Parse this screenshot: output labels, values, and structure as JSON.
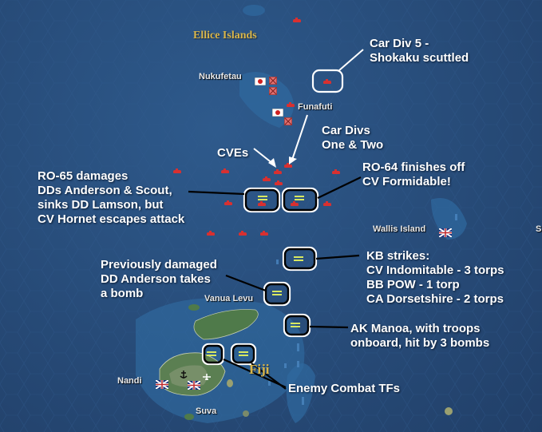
{
  "map": {
    "region_labels": {
      "ellice": "Ellice Islands",
      "fiji": "Fiji"
    },
    "towns": {
      "nukufetau": "Nukufetau",
      "funafuti": "Funafuti",
      "wallis": "Wallis Island",
      "vanua_levu": "Vanua Levu",
      "nandi": "Nandi",
      "suva": "Suva",
      "edge": "S"
    },
    "annotations": {
      "car_div5": "Car Div 5 -\nShokaku scuttled",
      "car_divs": "Car Divs\nOne & Two",
      "cves": "CVEs",
      "ro65": "RO-65 damages\nDDs Anderson & Scout,\nsinks DD Lamson, but\nCV Hornet escapes attack",
      "ro64": "RO-64 finishes off\nCV Formidable!",
      "kb": "KB strikes:\nCV Indomitable - 3 torps\nBB POW - 1 torp\nCA Dorsetshire - 2 torps",
      "anderson": "Previously damaged\nDD Anderson takes\na bomb",
      "manoa": "AK Manoa, with troops\nonboard, hit by 3 bombs",
      "enemy": "Enemy Combat TFs"
    },
    "colors": {
      "sea": "#274b78",
      "land": "#4f7a4a",
      "japan_ship": "#d83030",
      "allied_tf": "#d8e860",
      "callout": "#ffffff"
    },
    "icons": [
      "japan-flag-icon",
      "uk-flag-icon",
      "ship-icon",
      "task-force-icon",
      "base-icon"
    ]
  }
}
